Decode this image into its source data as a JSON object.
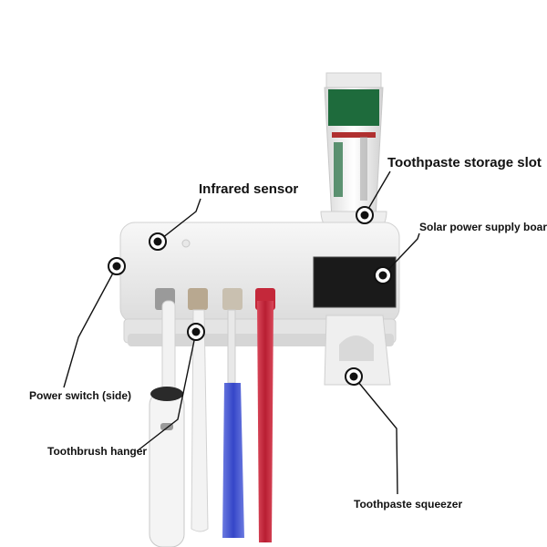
{
  "callouts": {
    "infrared_sensor": "Infrared sensor",
    "toothpaste_storage_slot": "Toothpaste storage slot",
    "solar_power_supply_board": "Solar power supply board",
    "power_switch": "Power switch (side)",
    "toothbrush_hanger": "Toothbrush hanger",
    "toothpaste_squeezer": "Toothpaste squeezer"
  },
  "colors": {
    "device_body": "#ececec",
    "device_shadow": "#cfcfcf",
    "solar_panel": "#1a1a1a",
    "tube_cap": "#1e6b3c",
    "tube_accent": "#b03030",
    "brush_red": "#c4283a",
    "brush_blue": "#3a4fc4",
    "callout_line": "#111111"
  }
}
